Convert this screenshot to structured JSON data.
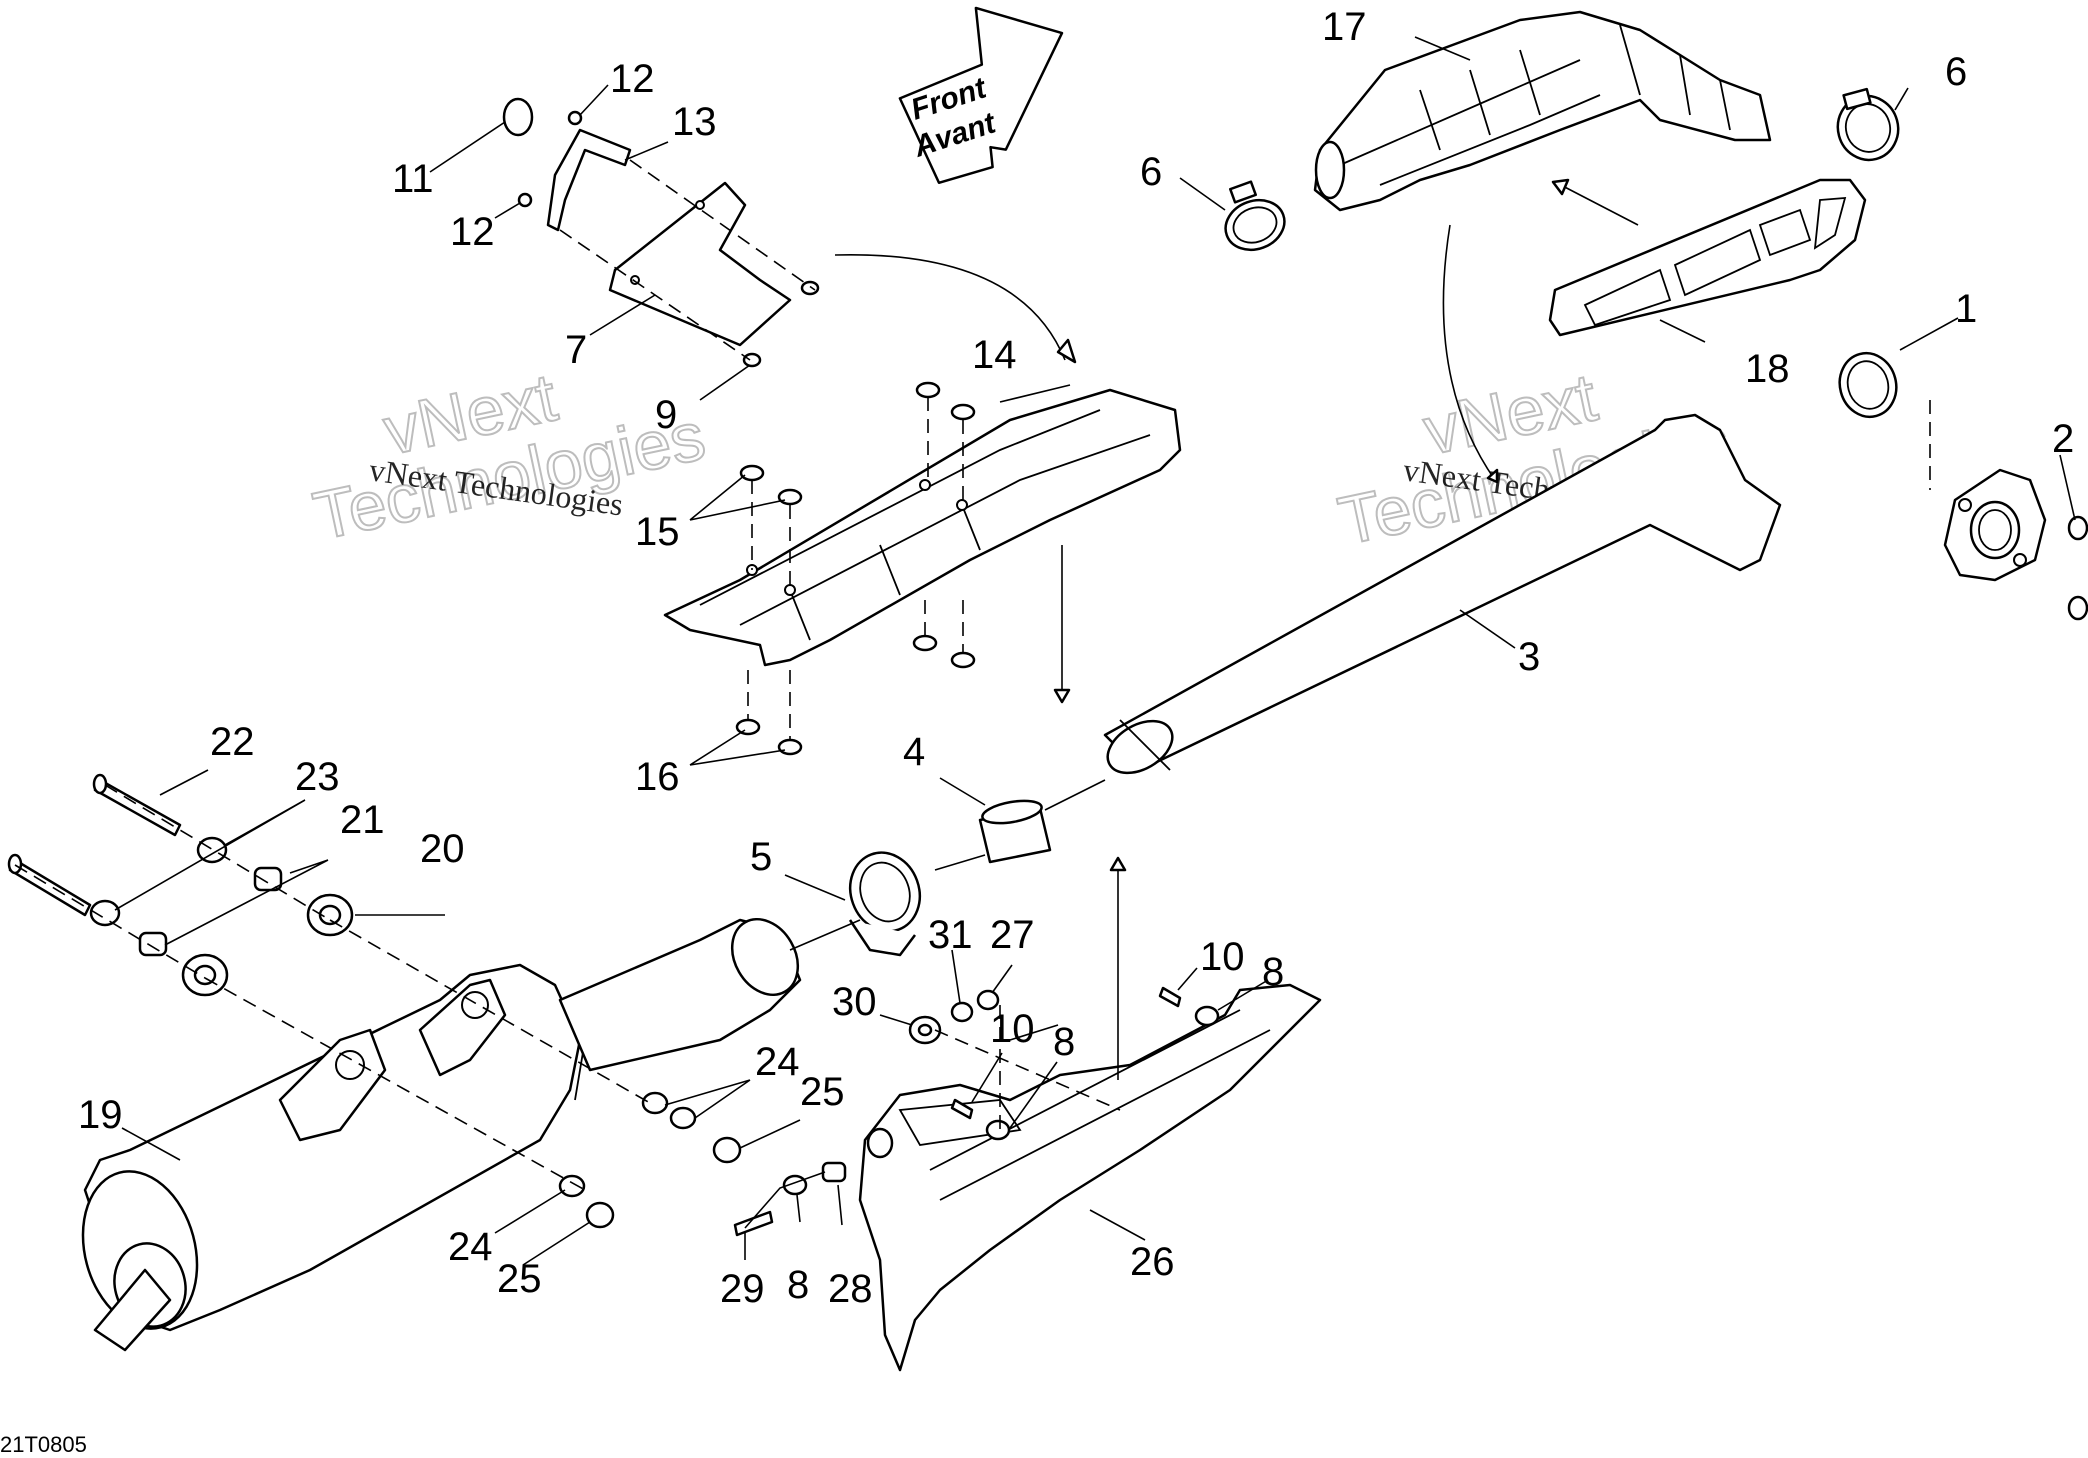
{
  "diagram_code": "21T0805",
  "front_arrow": {
    "line1": "Front",
    "line2": "Avant"
  },
  "watermark": {
    "small": "vNext Technologies",
    "big_line1": "vNext",
    "big_line2": "Technologies"
  },
  "callouts": {
    "c1": "1",
    "c2": "2",
    "c3": "3",
    "c4": "4",
    "c5": "5",
    "c6a": "6",
    "c6b": "6",
    "c7": "7",
    "c8a": "8",
    "c8b": "8",
    "c8c": "8",
    "c9": "9",
    "c10a": "10",
    "c10b": "10",
    "c11": "11",
    "c12a": "12",
    "c12b": "12",
    "c13": "13",
    "c14": "14",
    "c15": "15",
    "c16": "16",
    "c17": "17",
    "c18": "18",
    "c19": "19",
    "c20": "20",
    "c21": "21",
    "c22": "22",
    "c23": "23",
    "c24a": "24",
    "c24b": "24",
    "c25a": "25",
    "c25b": "25",
    "c26": "26",
    "c27": "27",
    "c28": "28",
    "c29": "29",
    "c30": "30",
    "c31": "31"
  }
}
